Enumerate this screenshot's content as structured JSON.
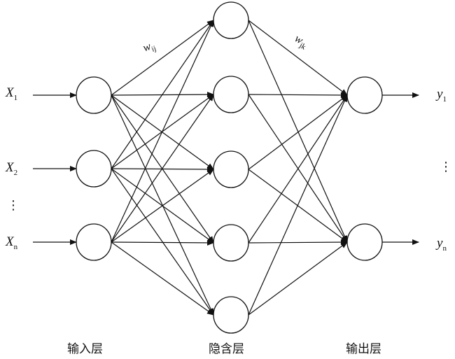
{
  "inputs": [
    {
      "name": "X",
      "sub": "1"
    },
    {
      "name": "X",
      "sub": "2"
    },
    {
      "name": "X",
      "sub": "n"
    }
  ],
  "outputs": [
    {
      "name": "y",
      "sub": "1"
    },
    {
      "name": "y",
      "sub": "n"
    }
  ],
  "ellipsis": "⋮",
  "weights": {
    "input_hidden": {
      "name": "w",
      "sub": "ij"
    },
    "hidden_output": {
      "name": "w",
      "sub": "jk"
    }
  },
  "layers": {
    "input": "输入层",
    "hidden": "隐含层",
    "output": "输出层"
  },
  "counts": {
    "input_nodes": 3,
    "hidden_nodes": 5,
    "output_nodes": 2
  }
}
